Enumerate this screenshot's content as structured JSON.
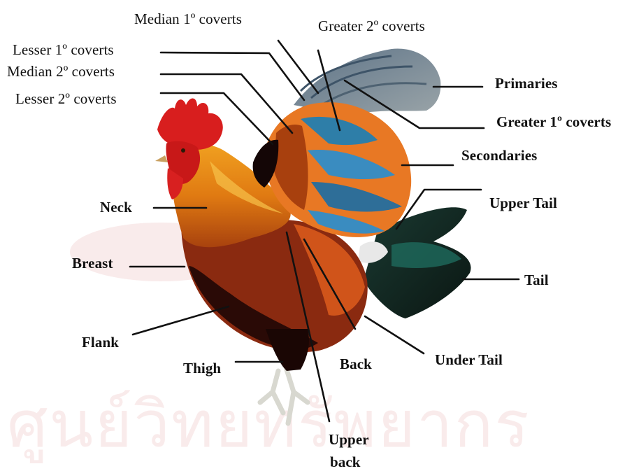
{
  "watermark": {
    "text": "ศูนย์วิทยทรัพยากร"
  },
  "labels": {
    "median_primary_coverts": "Median 1º coverts",
    "greater_secondary_coverts": "Greater 2º coverts",
    "lesser_primary_coverts": "Lesser 1º coverts",
    "median_secondary_coverts": "Median 2º coverts",
    "lesser_secondary_coverts": "Lesser 2º coverts",
    "primaries": "Primaries",
    "greater_primary_coverts": "Greater 1º coverts",
    "secondaries": "Secondaries",
    "upper_tail": "Upper Tail",
    "tail": "Tail",
    "neck": "Neck",
    "breast": "Breast",
    "flank": "Flank",
    "thigh": "Thigh",
    "back": "Back",
    "under_tail": "Under Tail",
    "upper_back_line1": "Upper",
    "upper_back_line2": "back"
  }
}
